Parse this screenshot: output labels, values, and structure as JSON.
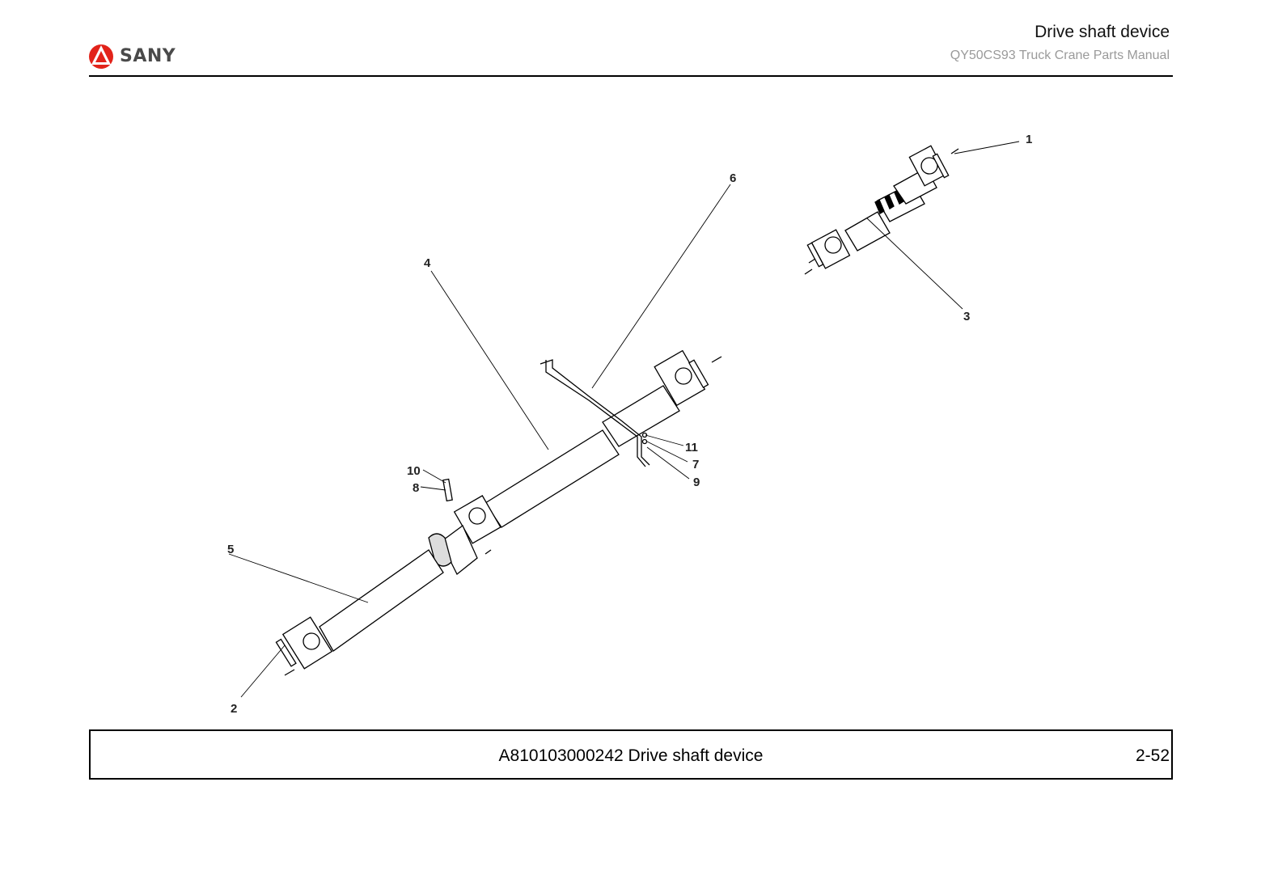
{
  "header": {
    "logo_text": "SANY",
    "title": "Drive shaft device",
    "subtitle": "QY50CS93 Truck Crane  Parts Manual"
  },
  "diagram": {
    "callouts": [
      "1",
      "2",
      "3",
      "4",
      "5",
      "6",
      "7",
      "8",
      "9",
      "10",
      "11"
    ]
  },
  "footer": {
    "caption": "A810103000242 Drive shaft device",
    "page": "2-52"
  },
  "colors": {
    "brand_red": "#e2231a",
    "line": "#000000",
    "subtitle_gray": "#9a9a9a"
  }
}
